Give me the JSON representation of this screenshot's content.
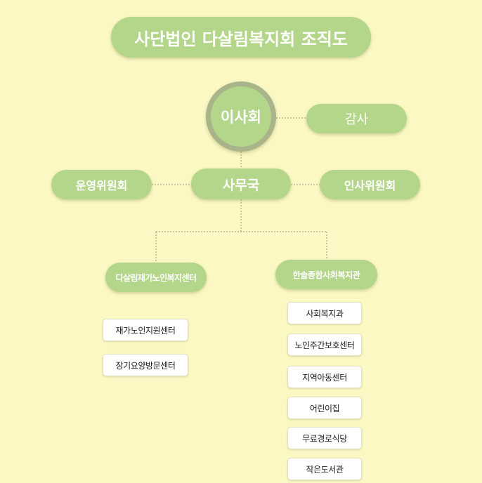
{
  "title": "사단법인 다살림복지회 조직도",
  "board": "이사회",
  "audit": "감사",
  "office": "사무국",
  "operations_committee": "운영위원회",
  "hr_committee": "인사위원회",
  "home_care_center": {
    "name": "다살림재가노인복지센터",
    "programs": [
      "재가노인지원센터",
      "장기요양방문센터"
    ]
  },
  "welfare_center": {
    "name": "한솔종합사회복지관",
    "programs": [
      "사회복지과",
      "노인주간보호센터",
      "지역아동센터",
      "어린이집",
      "무료경로식당",
      "작은도서관"
    ]
  },
  "colors": {
    "background": "#fbf8c4",
    "node_green": "#b3d68a",
    "board_ring": "#a9b48a",
    "connector": "#9a9a80"
  }
}
